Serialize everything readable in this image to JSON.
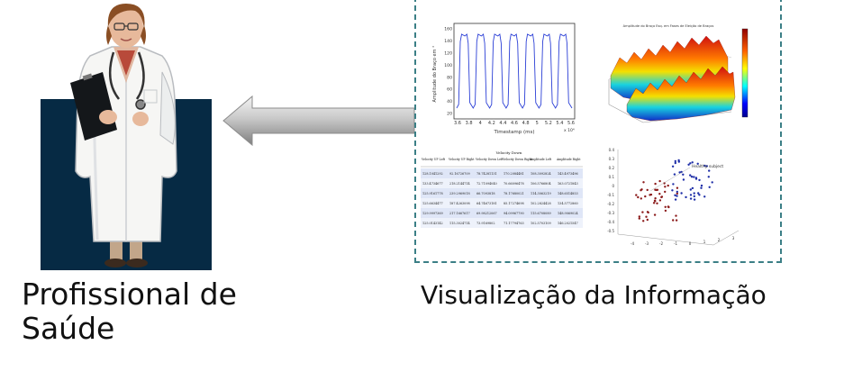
{
  "labels": {
    "professional": "Profissional de Saúde",
    "visualization": "Visualização da Informação"
  },
  "icons": {
    "doctor": "doctor-clipart",
    "arrow": "left-arrow-icon"
  },
  "line_plot": {
    "xlabel": "Timestamp (ms)",
    "ylabel": "Amplitude do Braço em °",
    "x_ticks": [
      "3.6",
      "3.8",
      "4",
      "4.2",
      "4.4",
      "4.6",
      "4.8",
      "5",
      "5.2",
      "5.4",
      "5.6"
    ],
    "y_ticks": [
      "20",
      "40",
      "60",
      "80",
      "100",
      "120",
      "140",
      "160"
    ],
    "exponent": "x 10⁴"
  },
  "surface_plot": {
    "title": "Amplitude do Braço Esq. em Fases de Eleição de Braços"
  },
  "table": {
    "group_header": "Velocity Down",
    "columns": [
      "Velocity UP Left",
      "Velocity UP Right",
      "Velocity Down Left",
      "Velocity Down Right",
      "Amplitude Left",
      "Amplitude Right"
    ],
    "rows": [
      [
        "128.1041292",
        "92.16726709",
        "78.74281131",
        "170.2084481",
        "108.3092824",
        "143.4973496"
      ],
      [
        "133.4734677",
        "218.2144714",
        "72.71094040",
        "70.66096478",
        "106.5766804",
        "163.0721843"
      ],
      [
        "125.9161778",
        "239.2969018",
        "66.7093818",
        "78.17680021",
        "114.3063219",
        "148.6514853"
      ],
      [
        "125.6634477",
        "187.4263098",
        "64.74673181",
        "85.17274698",
        "102.2824428",
        "134.5772860"
      ],
      [
        "129.9997369",
        "217.1667617",
        "69.98212067",
        "94.09967790",
        "115.6708089",
        "148.9069024"
      ],
      [
        "125.0143142",
        "115.3024714",
        "73.9169802",
        "71.17794763",
        "102.5703109",
        "146.2021547"
      ]
    ]
  },
  "scatter_plot": {
    "annotation": "Healthy subject",
    "x_ticks": [
      "-4",
      "-3",
      "-2",
      "-1",
      "0",
      "1",
      "2",
      "3"
    ],
    "y_ticks": [
      "0.4",
      "0.3",
      "0.2",
      "0.1",
      "0",
      "-0.1",
      "-0.2",
      "-0.3",
      "-0.4",
      "-0.5"
    ],
    "series_colors": [
      "#8b1a1a",
      "#1f2fa8"
    ]
  }
}
